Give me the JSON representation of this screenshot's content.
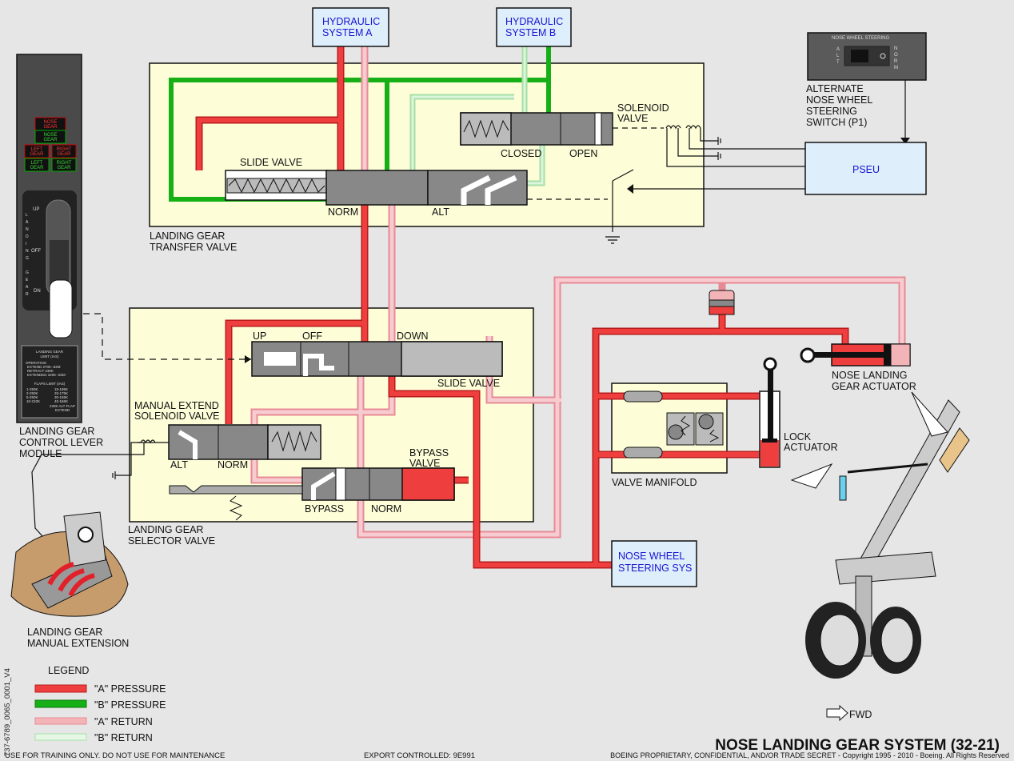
{
  "title": "NOSE LANDING GEAR SYSTEM (32-21)",
  "doc_id": "737-6789_0065_0001_V4",
  "footer": {
    "left": "USE FOR TRAINING ONLY. DO NOT USE FOR MAINTENANCE",
    "center": "EXPORT CONTROLLED: 9E991",
    "right": "BOEING PROPRIETARY, CONFIDENTIAL, AND/OR TRADE SECRET - Copyright 1995 - 2010 - Boeing. All Rights Reserved"
  },
  "colors": {
    "a_pressure": "#ef3e3e",
    "b_pressure": "#16b016",
    "a_return": "#f3b4b8",
    "b_return": "#cfeecf",
    "panel": "#fdfdd8",
    "system_box": "#dfeefb"
  },
  "systems": {
    "hyd_a": [
      "HYDRAULIC",
      "SYSTEM A"
    ],
    "hyd_b": [
      "HYDRAULIC",
      "SYSTEM B"
    ],
    "pseu": "PSEU",
    "nws": [
      "NOSE WHEEL",
      "STEERING SYS"
    ]
  },
  "transfer_valve": {
    "name": [
      "LANDING GEAR",
      "TRANSFER VALVE"
    ],
    "slide_valve": "SLIDE VALVE",
    "norm": "NORM",
    "alt": "ALT",
    "solenoid": [
      "SOLENOID",
      "VALVE"
    ],
    "closed": "CLOSED",
    "open": "OPEN"
  },
  "nws_switch": {
    "placard": "NOSE WHEEL STEERING",
    "alt_letters": [
      "A",
      "L",
      "T"
    ],
    "norm_letters": [
      "N",
      "O",
      "R",
      "M"
    ],
    "name": [
      "ALTERNATE",
      "NOSE WHEEL",
      "STEERING",
      "SWITCH (P1)"
    ]
  },
  "lever_module": {
    "name": [
      "LANDING GEAR",
      "CONTROL LEVER",
      "MODULE"
    ],
    "lights": {
      "nose_red": [
        "NOSE",
        "GEAR"
      ],
      "nose_green": [
        "NOSE",
        "GEAR"
      ],
      "left_red": [
        "LEFT",
        "GEAR"
      ],
      "right_red": [
        "RIGHT",
        "GEAR"
      ],
      "left_green": [
        "LEFT",
        "GEAR"
      ],
      "right_green": [
        "RIGHT",
        "GEAR"
      ]
    },
    "positions": {
      "up": "UP",
      "off": "OFF",
      "dn": "DN"
    },
    "vertical_word": [
      "L",
      "A",
      "N",
      "D",
      "I",
      "N",
      "G",
      "",
      "G",
      "E",
      "A",
      "R"
    ],
    "placard": {
      "title": [
        "LANDING GEAR",
        "LIMIT (IAS)"
      ],
      "operating": [
        "OPERATING",
        "EXTEND 270K-.82M",
        "RETRACT 235K",
        "EXTENDED 320K-.82M"
      ],
      "flaps_title": "FLAPS LIMIT (IAS)",
      "flaps_left": [
        "1-250K",
        "2-250K",
        "5-250K",
        "10-210K"
      ],
      "flaps_right": [
        "15-195K",
        "25-175K",
        "30-165K",
        "40-156K"
      ],
      "flaps_note": [
        "230K ALT FLAP",
        "EXTEND"
      ]
    }
  },
  "selector_valve": {
    "name": [
      "LANDING GEAR",
      "SELECTOR VALVE"
    ],
    "up": "UP",
    "off": "OFF",
    "down": "DOWN",
    "slide_valve": "SLIDE VALVE",
    "manual_extend": [
      "MANUAL EXTEND",
      "SOLENOID VALVE"
    ],
    "alt": "ALT",
    "norm": "NORM",
    "bypass_valve": [
      "BYPASS",
      "VALVE"
    ],
    "bypass": "BYPASS",
    "norm2": "NORM"
  },
  "manifold": {
    "valve_manifold": "VALVE MANIFOLD",
    "lock_actuator": [
      "LOCK",
      "ACTUATOR"
    ],
    "nlg_actuator": [
      "NOSE LANDING",
      "GEAR ACTUATOR"
    ]
  },
  "manual_extension": [
    "LANDING GEAR",
    "MANUAL EXTENSION"
  ],
  "fwd": "FWD",
  "legend": {
    "title": "LEGEND",
    "items": [
      "\"A\" PRESSURE",
      "\"B\" PRESSURE",
      "\"A\" RETURN",
      "\"B\" RETURN"
    ]
  }
}
